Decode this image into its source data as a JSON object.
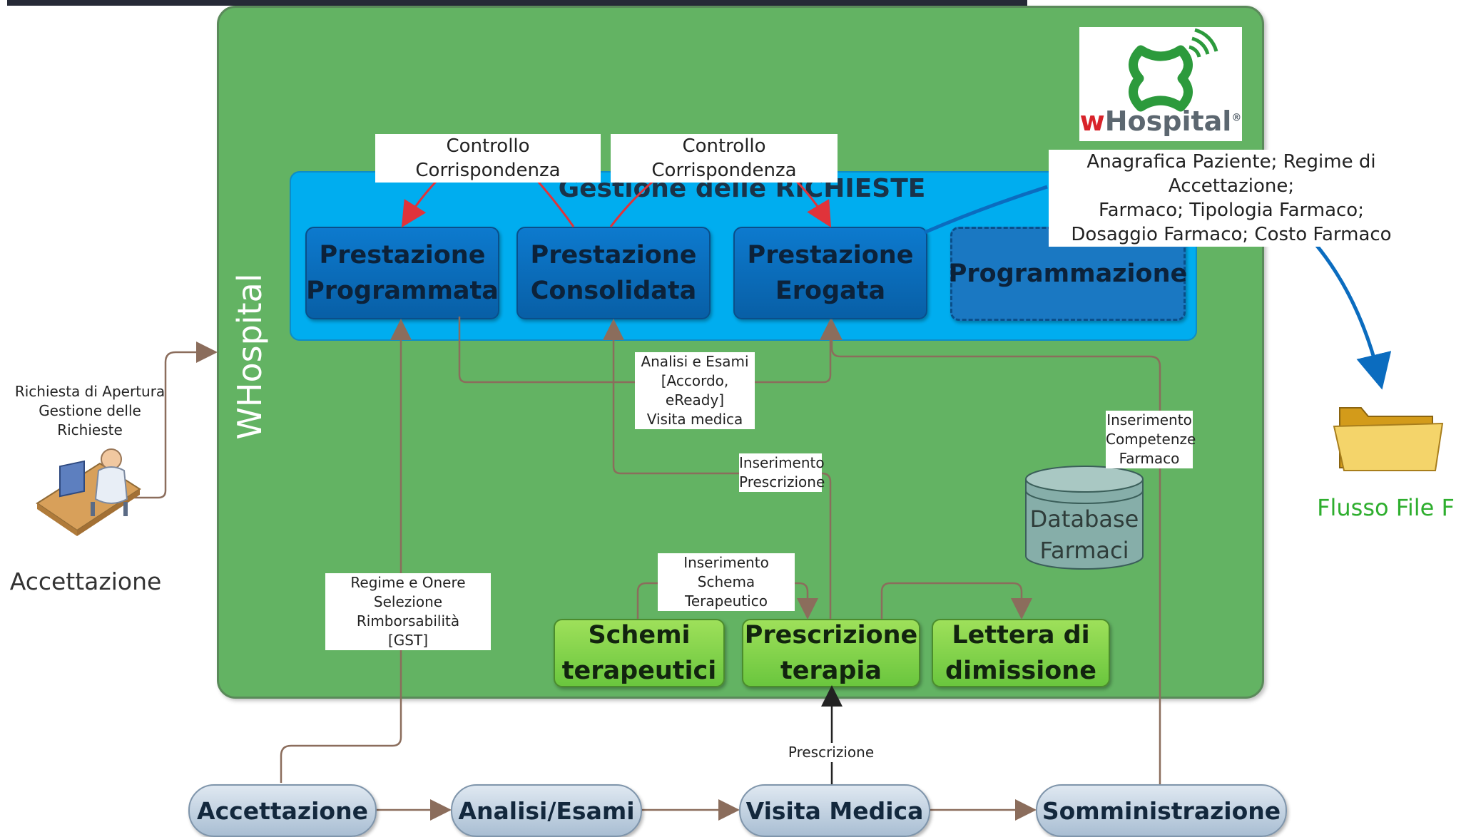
{
  "panel": {
    "title": "WHospital"
  },
  "requests": {
    "title": "Gestione delle RICHIESTE"
  },
  "services": {
    "programmata": "Prestazione\nProgrammata",
    "consolidata": "Prestazione\nConsolidata",
    "erogata": "Prestazione\nErogata",
    "programmazione": "Programmazione"
  },
  "green_boxes": {
    "schemi": "Schemi\nterapeutici",
    "prescrizione": "Prescrizione\nterapia",
    "lettera": "Lettera di\ndimissione"
  },
  "flow": {
    "accettazione": "Accettazione",
    "analisi": "Analisi/Esami",
    "visita": "Visita Medica",
    "somministrazione": "Somministrazione"
  },
  "notes": {
    "controllo_1": "Controllo Corrispondenza",
    "controllo_2": "Controllo Corrispondenza",
    "anagrafica": "Anagrafica Paziente; Regime di Accettazione;\nFarmaco; Tipologia Farmaco;\nDosaggio Farmaco; Costo Farmaco",
    "analisi_esami": "Analisi e Esami\n[Accordo, eReady]\nVisita medica",
    "inserimento_prescrizione": "Inserimento\nPrescrizione",
    "inserimento_competenze": "Inserimento\nCompetenze\nFarmaco",
    "inserimento_schema": "Inserimento\nSchema Terapeutico",
    "regime_onere": "Regime e Onere\nSelezione Rimborsabilità\n[GST]",
    "prescrizione": "Prescrizione",
    "richiesta_apertura": "Richiesta di Apertura\nGestione delle Richieste"
  },
  "database": {
    "label": "Database\nFarmaci"
  },
  "user": {
    "label": "Accettazione"
  },
  "output": {
    "label": "Flusso File F"
  },
  "logo": {
    "brand_w": "w",
    "brand_rest": "Hospital",
    "mark": "®"
  },
  "colors": {
    "panel_green": "#63b363",
    "requests_blue": "#00adef",
    "service_blue": "#0b6cbf",
    "control_arrow": "#e0333a",
    "data_arrow": "#0b6cbf",
    "flow_output": "#2eae2e"
  }
}
